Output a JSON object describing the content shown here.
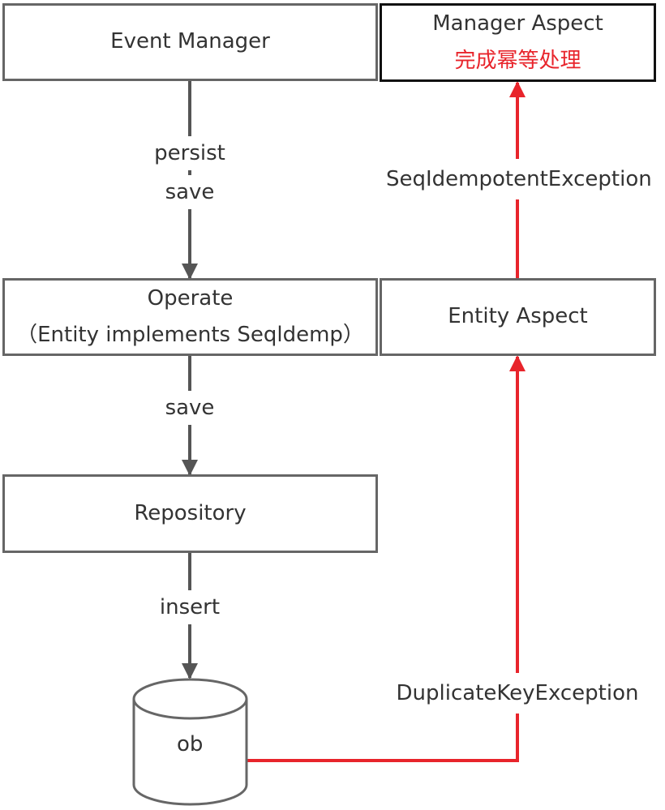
{
  "colors": {
    "box_border": "#666666",
    "accent_border": "#111111",
    "arrow_gray": "#555555",
    "arrow_red": "#e8242b",
    "text": "#333333"
  },
  "nodes": {
    "event_manager": "Event Manager",
    "manager_aspect": {
      "title": "Manager Aspect",
      "subtitle": "完成幂等处理"
    },
    "operate": {
      "title": "Operate",
      "subtitle": "（Entity implements Seqldemp）"
    },
    "entity_aspect": "Entity Aspect",
    "repository": "Repository",
    "database": "ob"
  },
  "edges": {
    "persist": "persist",
    "save_1": "save",
    "save_2": "save",
    "insert": "insert",
    "duplicate_key": "DuplicateKeyException",
    "seq_idempotent": "SeqIdempotentException"
  }
}
